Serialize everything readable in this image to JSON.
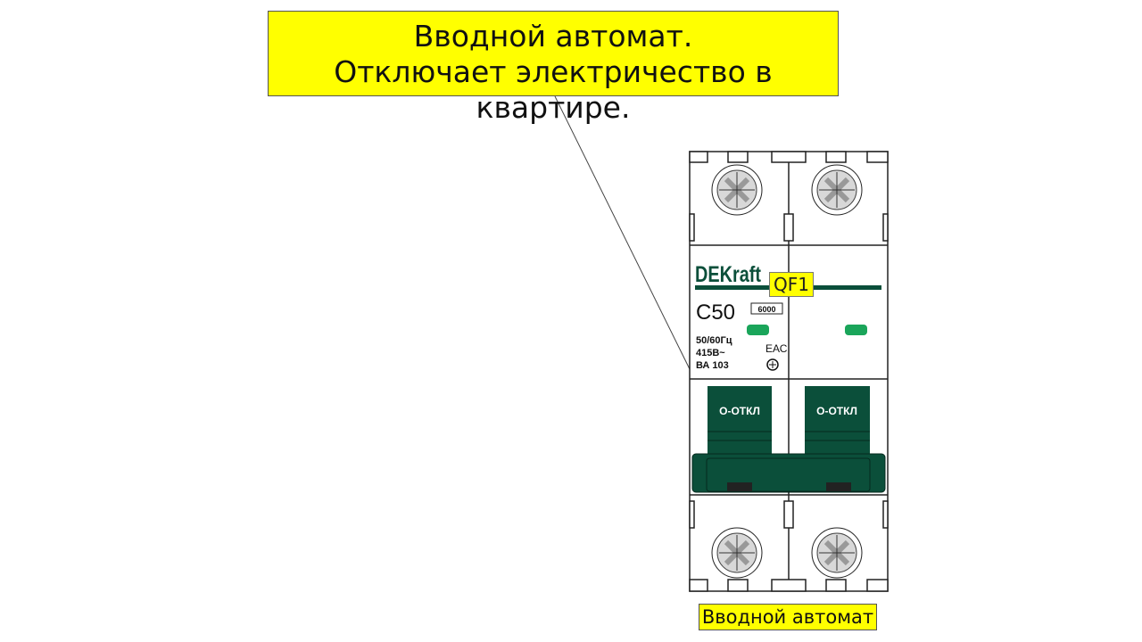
{
  "callout": {
    "line1": "Вводной автомат.",
    "line2": "Отключает электричество в квартире."
  },
  "breaker": {
    "brand": "DEKraft",
    "designation": "QF1",
    "rating": "C50",
    "breaking_capacity": "6000",
    "specs": [
      "50/60Гц",
      "415В~",
      "ВА 103"
    ],
    "cert_mark": "ЕАС",
    "handle_labels": [
      "O-ОТКЛ",
      "O-ОТКЛ"
    ],
    "colors": {
      "body_green": "#0b4f3a",
      "indicator": "#1aa55a",
      "label_bg": "#ffff00"
    }
  },
  "bottom_label": "Вводной автомат"
}
